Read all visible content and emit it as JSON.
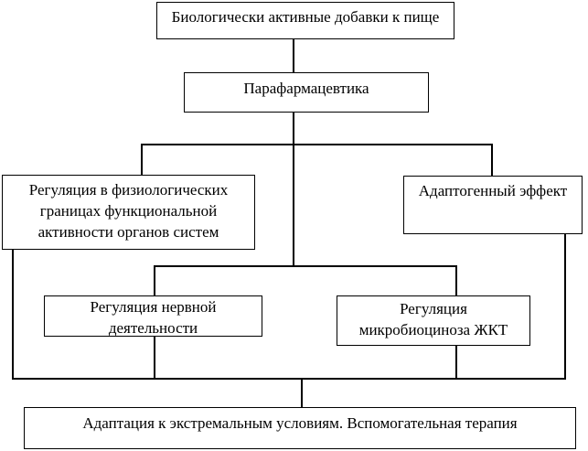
{
  "diagram_title": "Биологически активные добавки к пище",
  "colors": {
    "line": "#000000",
    "box_background": "#ffffff",
    "text": "#000000"
  },
  "nodes": {
    "bad": {
      "label": "Биологически активные добавки к пище"
    },
    "para": {
      "label": "Парафармацевтика"
    },
    "reg_phys": {
      "lines": [
        "Регуляция в физиологических",
        "границах функциональной",
        "активности органов систем"
      ]
    },
    "adaptogen": {
      "label": "Адаптогенный эффект"
    },
    "nerv": {
      "lines": [
        "Регуляция нервной",
        "деятельности"
      ]
    },
    "gkt": {
      "lines": [
        "Регуляция",
        "микробиоциноза ЖКТ"
      ]
    },
    "adaptation": {
      "label": "Адаптация к экстремальным условиям. Вспомогательная терапия"
    }
  }
}
